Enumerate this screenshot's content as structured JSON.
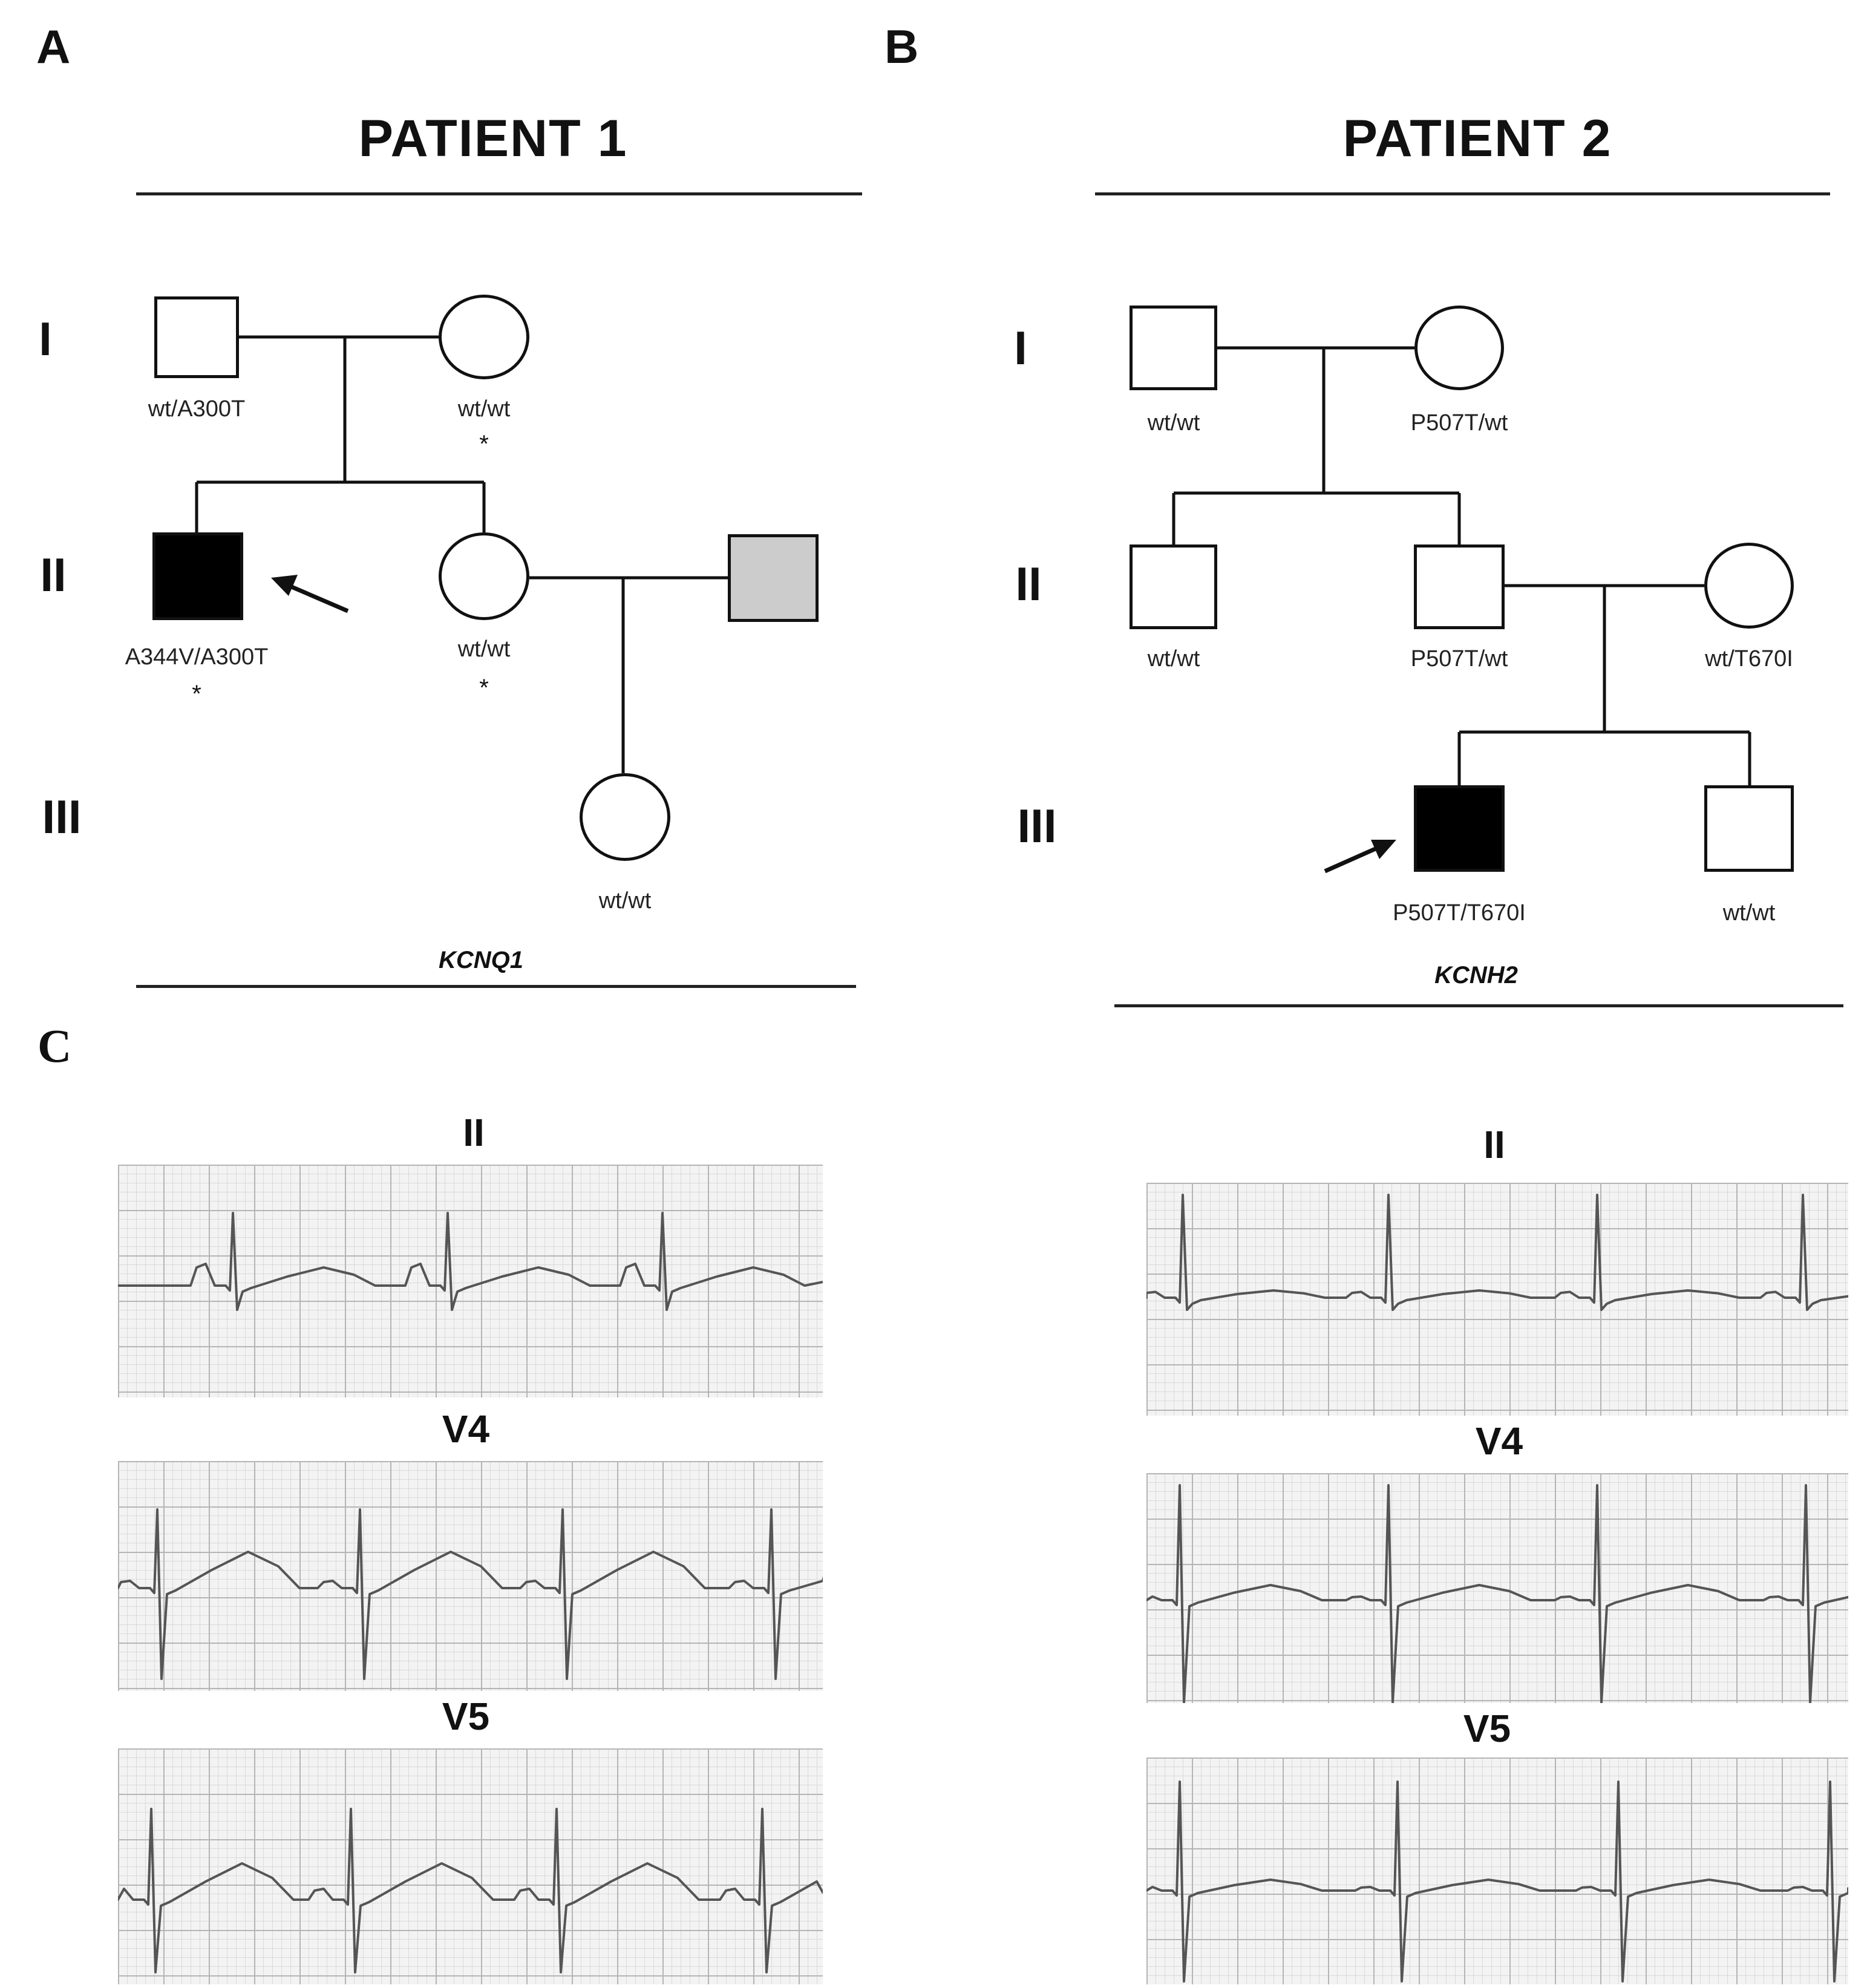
{
  "panels": {
    "a": "A",
    "b": "B",
    "c": "C"
  },
  "patient1": {
    "title": "PATIENT 1",
    "generations": [
      "I",
      "II",
      "III"
    ],
    "genotypes": {
      "i_father": "wt/A300T",
      "i_mother": "wt/wt",
      "ii_proband": "A344V/A300T",
      "ii_sister": "wt/wt",
      "iii_niece": "wt/wt"
    },
    "star": "*",
    "gene": "KCNQ1"
  },
  "patient2": {
    "title": "PATIENT 2",
    "generations": [
      "I",
      "II",
      "III"
    ],
    "genotypes": {
      "i_father": "wt/wt",
      "i_mother": "P507T/wt",
      "ii_uncle": "wt/wt",
      "ii_father": "P507T/wt",
      "ii_mother": "wt/T670I",
      "iii_proband": "P507T/T670I",
      "iii_brother": "wt/wt"
    },
    "gene": "KCNH2"
  },
  "ecg": {
    "leads": [
      "II",
      "V4",
      "V5"
    ]
  },
  "colors": {
    "affected": "#000000",
    "partner": "#cccccc",
    "trace": "#555555"
  }
}
